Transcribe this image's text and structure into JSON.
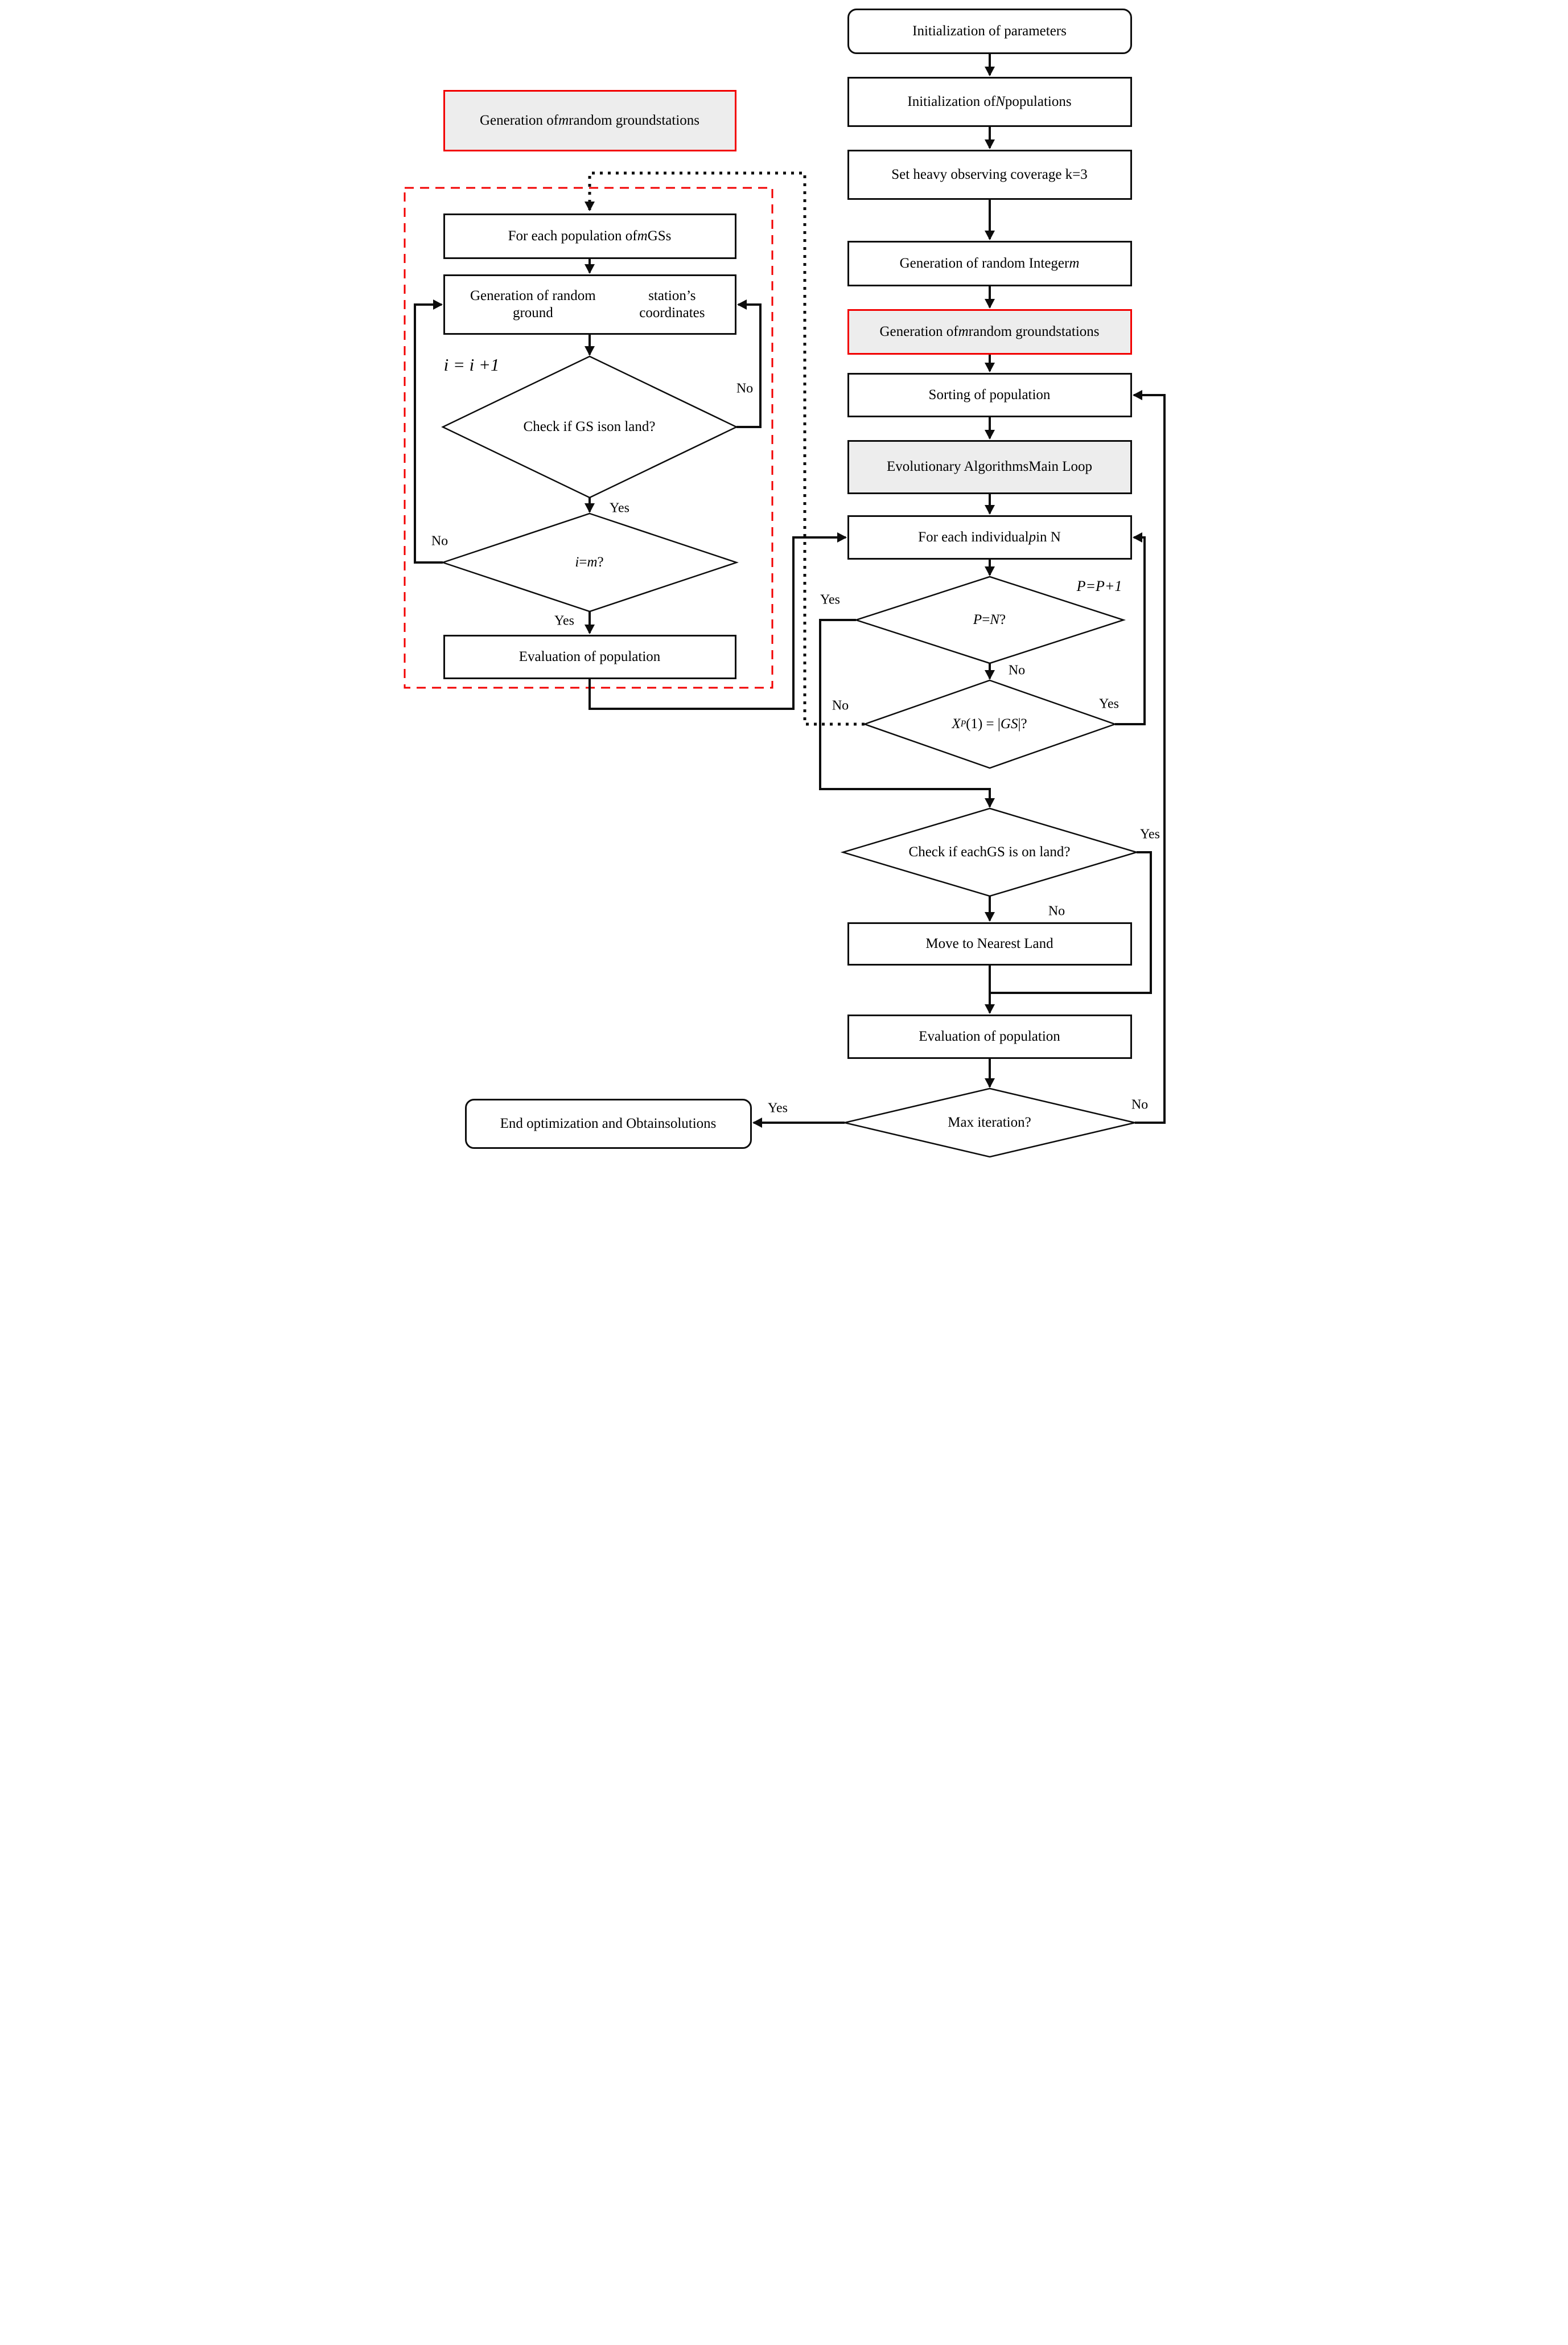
{
  "title": "Evolutionary algorithm ground-station placement flowchart",
  "colors": {
    "accent_red": "#f20000",
    "node_gray": "#ededed",
    "line": "#0d0d0d",
    "background": "#ffffff"
  },
  "nodes": {
    "init_params": {
      "label": [
        {
          "t": "Initialization of parameters"
        }
      ]
    },
    "init_populations": {
      "label": [
        {
          "t": "Initialization of "
        },
        {
          "t": "N",
          "i": true
        },
        {
          "t": " populations"
        }
      ]
    },
    "set_coverage": {
      "label": [
        {
          "t": "Set heavy observing coverage k=3"
        }
      ]
    },
    "gen_random_integer": {
      "label": [
        {
          "t": "Generation of random Integer "
        },
        {
          "t": "m",
          "i": true
        }
      ]
    },
    "gen_m_gs_main": {
      "label": [
        {
          "t": "Generation of "
        },
        {
          "t": "m",
          "i": true
        },
        {
          "t": " random ground"
        },
        {
          "br": true
        },
        {
          "t": "stations"
        }
      ]
    },
    "sorting": {
      "label": [
        {
          "t": "Sorting of population"
        }
      ]
    },
    "ea_main_loop": {
      "label": [
        {
          "t": "Evolutionary Algorithms"
        },
        {
          "br": true
        },
        {
          "t": "Main Loop"
        }
      ]
    },
    "for_each_individual": {
      "label": [
        {
          "t": "For each individual "
        },
        {
          "t": "p",
          "i": true
        },
        {
          "t": " in N"
        }
      ]
    },
    "p_equals_n": {
      "label": [
        {
          "t": "P",
          "i": true
        },
        {
          "t": " = "
        },
        {
          "t": "N",
          "i": true
        },
        {
          "t": " ?"
        }
      ]
    },
    "xp_equals_gs": {
      "label": [
        {
          "t": "X",
          "i": true
        },
        {
          "t": "P",
          "s": true
        },
        {
          "t": "(1) = |"
        },
        {
          "t": "GS",
          "i": true
        },
        {
          "t": "|?"
        }
      ]
    },
    "check_each_gs": {
      "label": [
        {
          "t": "Check if each"
        },
        {
          "br": true
        },
        {
          "t": "GS is on land?"
        }
      ]
    },
    "move_nearest_land": {
      "label": [
        {
          "t": "Move to Nearest Land"
        }
      ]
    },
    "evaluation_main": {
      "label": [
        {
          "t": "Evaluation of population"
        }
      ]
    },
    "max_iteration": {
      "label": [
        {
          "t": "Max iteration?"
        }
      ]
    },
    "end_box": {
      "label": [
        {
          "t": "End optimization and Obtain"
        },
        {
          "br": true
        },
        {
          "t": "solutions"
        }
      ]
    },
    "gen_m_gs_ref": {
      "label": [
        {
          "t": "Generation of "
        },
        {
          "t": "m",
          "i": true
        },
        {
          "t": " random ground"
        },
        {
          "br": true
        },
        {
          "t": "stations"
        }
      ]
    },
    "for_each_population": {
      "label": [
        {
          "t": "For each population of "
        },
        {
          "t": "m",
          "i": true
        },
        {
          "t": " GSs"
        }
      ]
    },
    "gen_coordinates": {
      "label": [
        {
          "t": "Generation of random ground"
        },
        {
          "br": true
        },
        {
          "t": "station’s coordinates"
        }
      ]
    },
    "check_gs_on_land": {
      "label": [
        {
          "t": "Check if GS is"
        },
        {
          "br": true
        },
        {
          "t": "on land?"
        }
      ]
    },
    "i_equals_m": {
      "label": [
        {
          "t": "i",
          "i": true
        },
        {
          "t": " = "
        },
        {
          "t": "m",
          "i": true
        },
        {
          "t": " ?"
        }
      ]
    },
    "evaluation_left": {
      "label": [
        {
          "t": "Evaluation of population"
        }
      ]
    }
  },
  "annotations": {
    "p_increment": {
      "label": [
        {
          "t": "P=P+1",
          "i": true
        }
      ]
    },
    "i_increment": {
      "label": [
        {
          "t": "i",
          "i": true
        },
        {
          "t": " = "
        },
        {
          "t": "i",
          "i": true
        },
        {
          "t": " +1"
        }
      ]
    }
  },
  "edge_labels": {
    "d1_yes": "Yes",
    "d1_no": "No",
    "d2_yes": "Yes",
    "d2_no": "No",
    "d3_yes": "Yes",
    "d3_no": "No",
    "d4_yes": "Yes",
    "d4_no": "No",
    "d5_yes": "Yes",
    "d5_no": "No",
    "d6_yes": "Yes",
    "d6_no": "No"
  }
}
